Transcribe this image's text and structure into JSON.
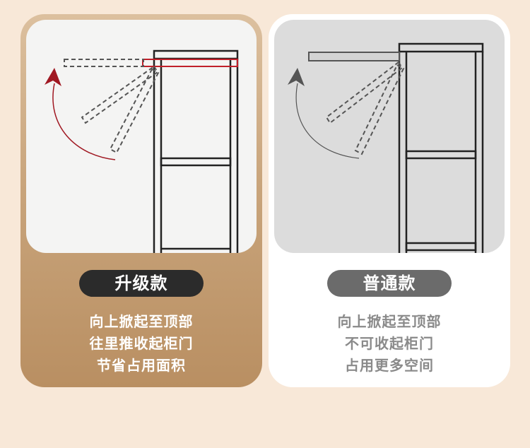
{
  "cards": [
    {
      "badge": "升级款",
      "lines": [
        "向上掀起至顶部",
        "往里推收起柜门",
        "节省占用面积"
      ]
    },
    {
      "badge": "普通款",
      "lines": [
        "向上掀起至顶部",
        "不可收起柜门",
        "占用更多空间"
      ]
    }
  ],
  "colors": {
    "page_bg": "#f8e8d8",
    "upgraded_card": "#c9a57c",
    "upgraded_arrow": "#a01822",
    "normal_arrow": "#555555",
    "upgraded_badge": "#2b2b2b",
    "normal_badge": "#6b6b6b"
  }
}
